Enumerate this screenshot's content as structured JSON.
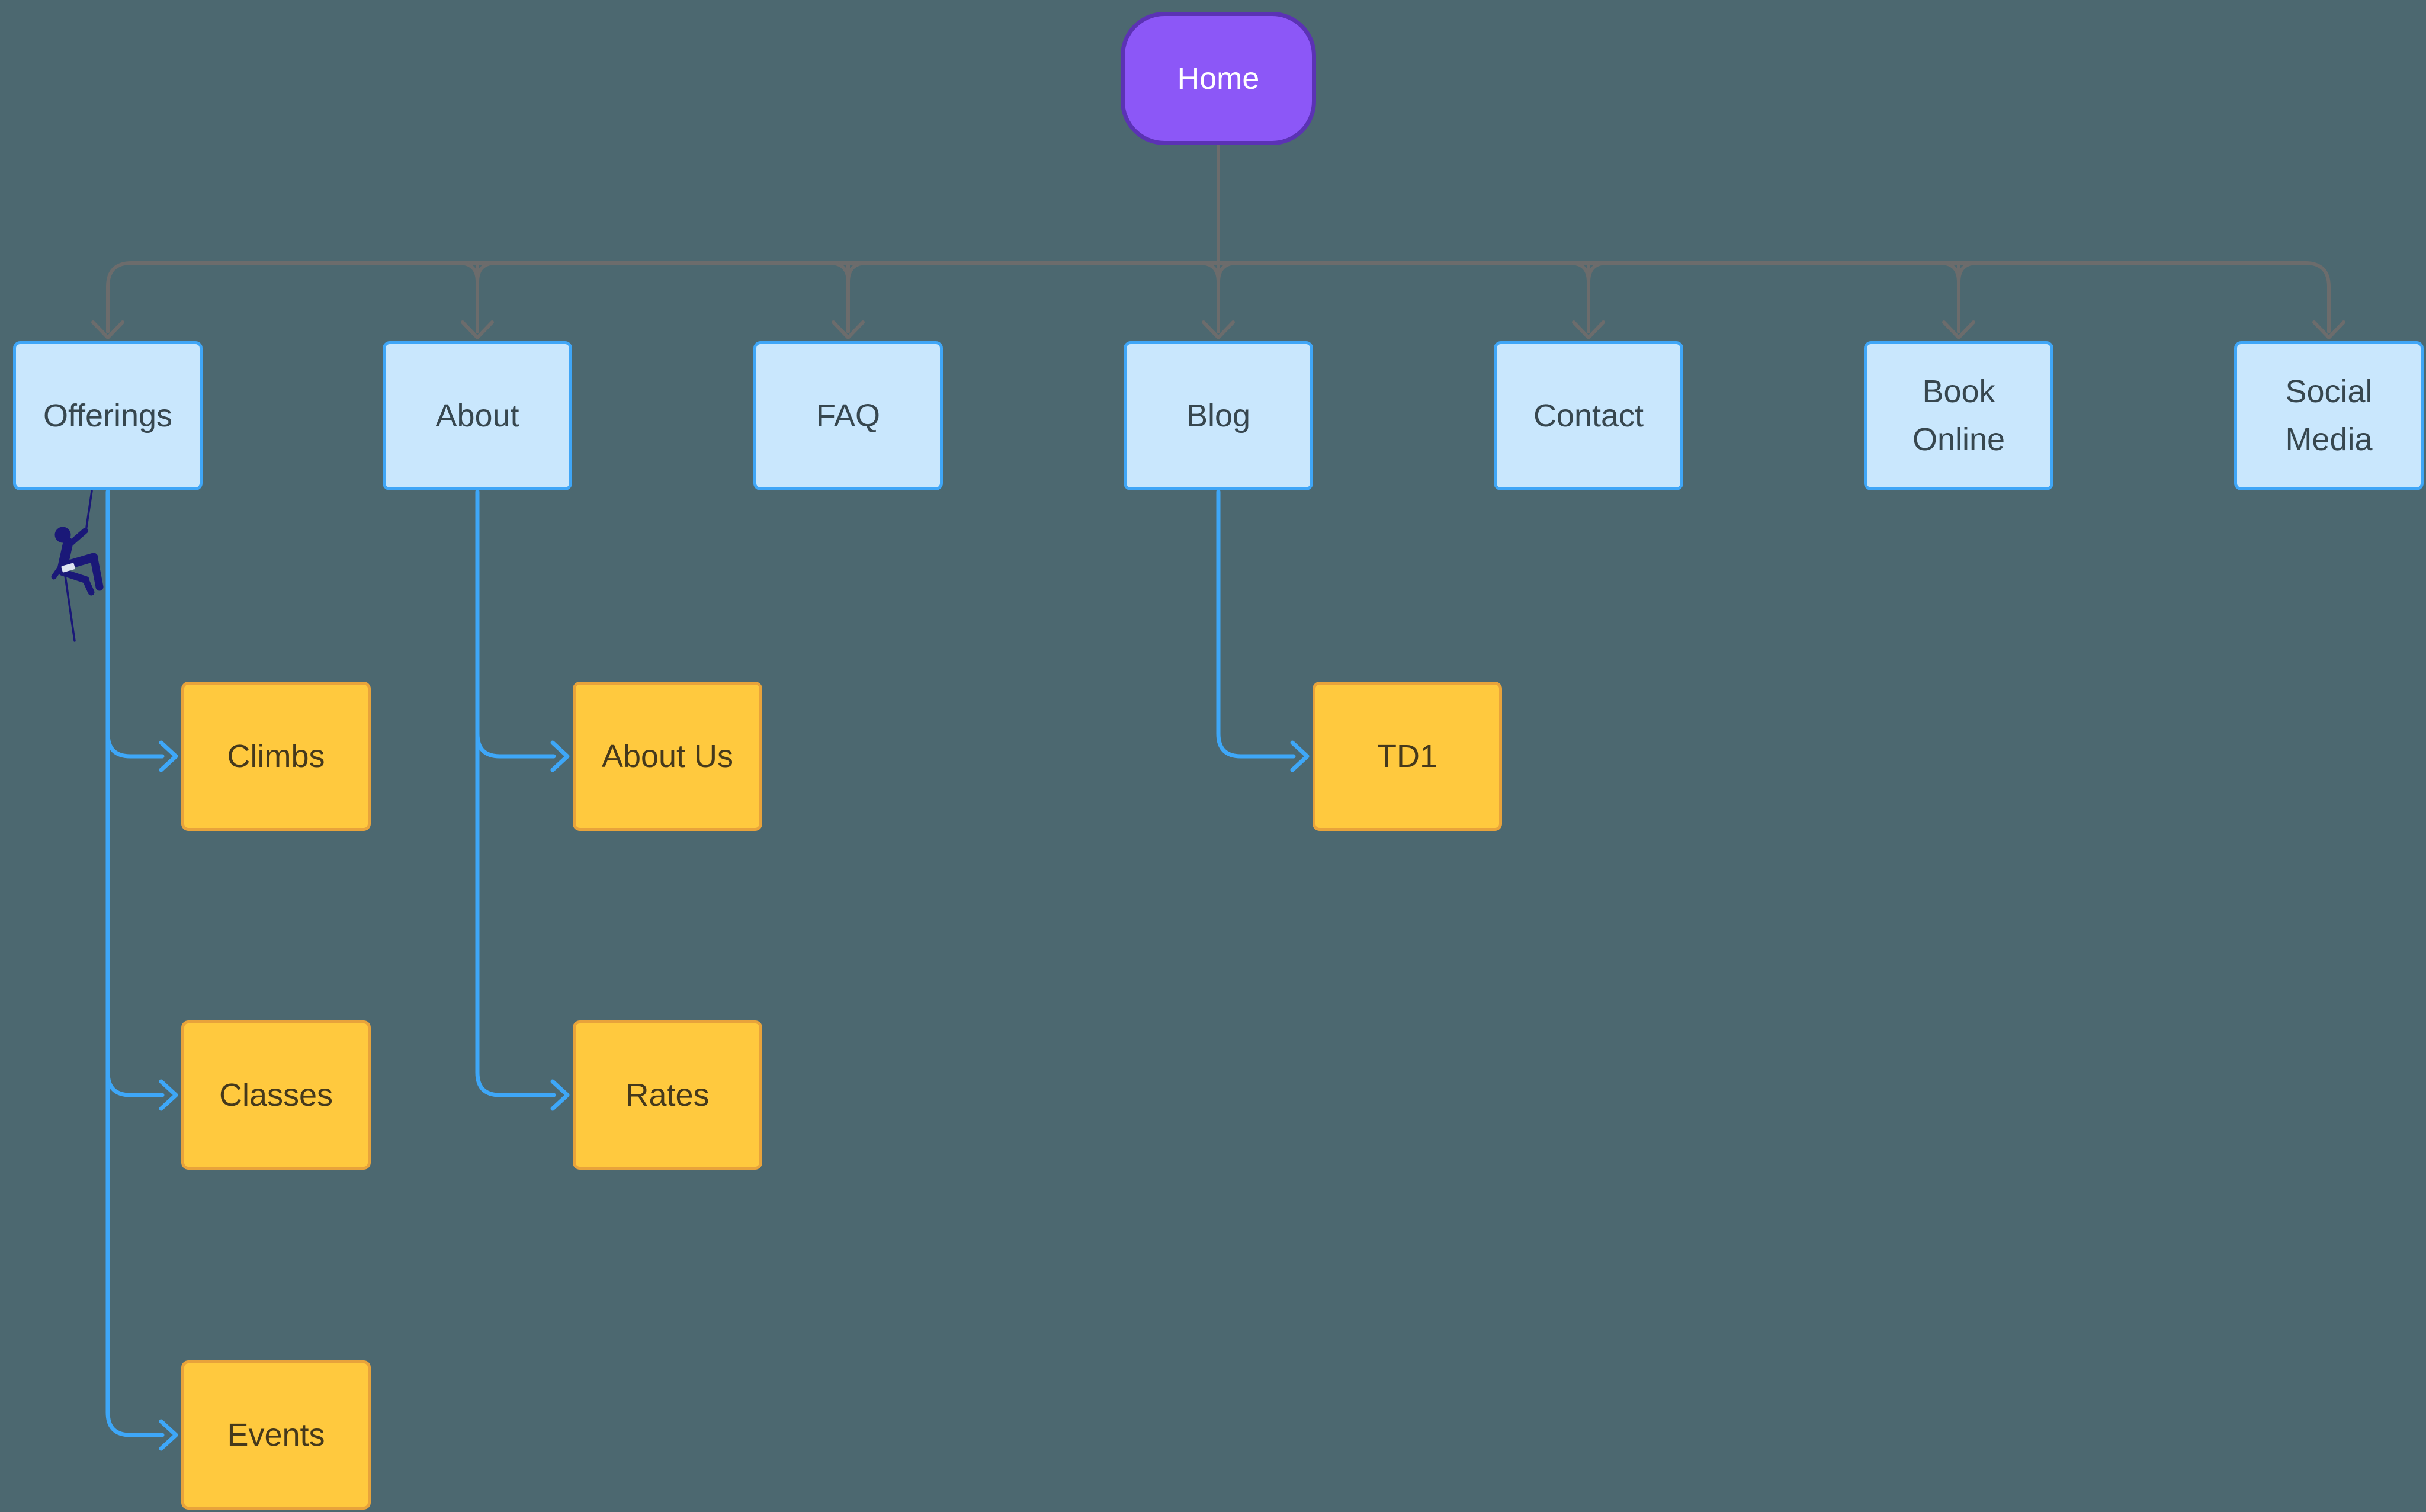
{
  "diagram": {
    "type": "sitemap-flowchart",
    "background_color": "#4C6870",
    "connector_gray_color": "#6C6C6C",
    "connector_blue_color": "#3EA7F8",
    "climber_icon_color": "#1A1878",
    "home": {
      "id": "home",
      "label": "Home",
      "fill": "#8C57F7",
      "border": "#5B32B4",
      "text_color": "#FFFFFF"
    },
    "level2_style": {
      "fill": "#C9E7FD",
      "border": "#3FA6F7",
      "text_color": "#37474F"
    },
    "level3_style": {
      "fill": "#FFC93E",
      "border": "#E8A33B",
      "text_color": "#45391C"
    },
    "level2": [
      {
        "id": "offerings",
        "label": "Offerings",
        "parent": "home"
      },
      {
        "id": "about",
        "label": "About",
        "parent": "home"
      },
      {
        "id": "faq",
        "label": "FAQ",
        "parent": "home"
      },
      {
        "id": "blog",
        "label": "Blog",
        "parent": "home"
      },
      {
        "id": "contact",
        "label": "Contact",
        "parent": "home"
      },
      {
        "id": "book-online",
        "label": "Book Online",
        "parent": "home"
      },
      {
        "id": "social-media",
        "label": "Social Media",
        "parent": "home"
      }
    ],
    "level3": [
      {
        "id": "climbs",
        "label": "Climbs",
        "parent": "offerings"
      },
      {
        "id": "classes",
        "label": "Classes",
        "parent": "offerings"
      },
      {
        "id": "events",
        "label": "Events",
        "parent": "offerings"
      },
      {
        "id": "about-us",
        "label": "About Us",
        "parent": "about"
      },
      {
        "id": "rates",
        "label": "Rates",
        "parent": "about"
      },
      {
        "id": "td1",
        "label": "TD1",
        "parent": "blog"
      }
    ],
    "icons": [
      {
        "name": "climber-icon",
        "description": "navy rappelling climber hanging on rope below Offerings box"
      }
    ]
  }
}
